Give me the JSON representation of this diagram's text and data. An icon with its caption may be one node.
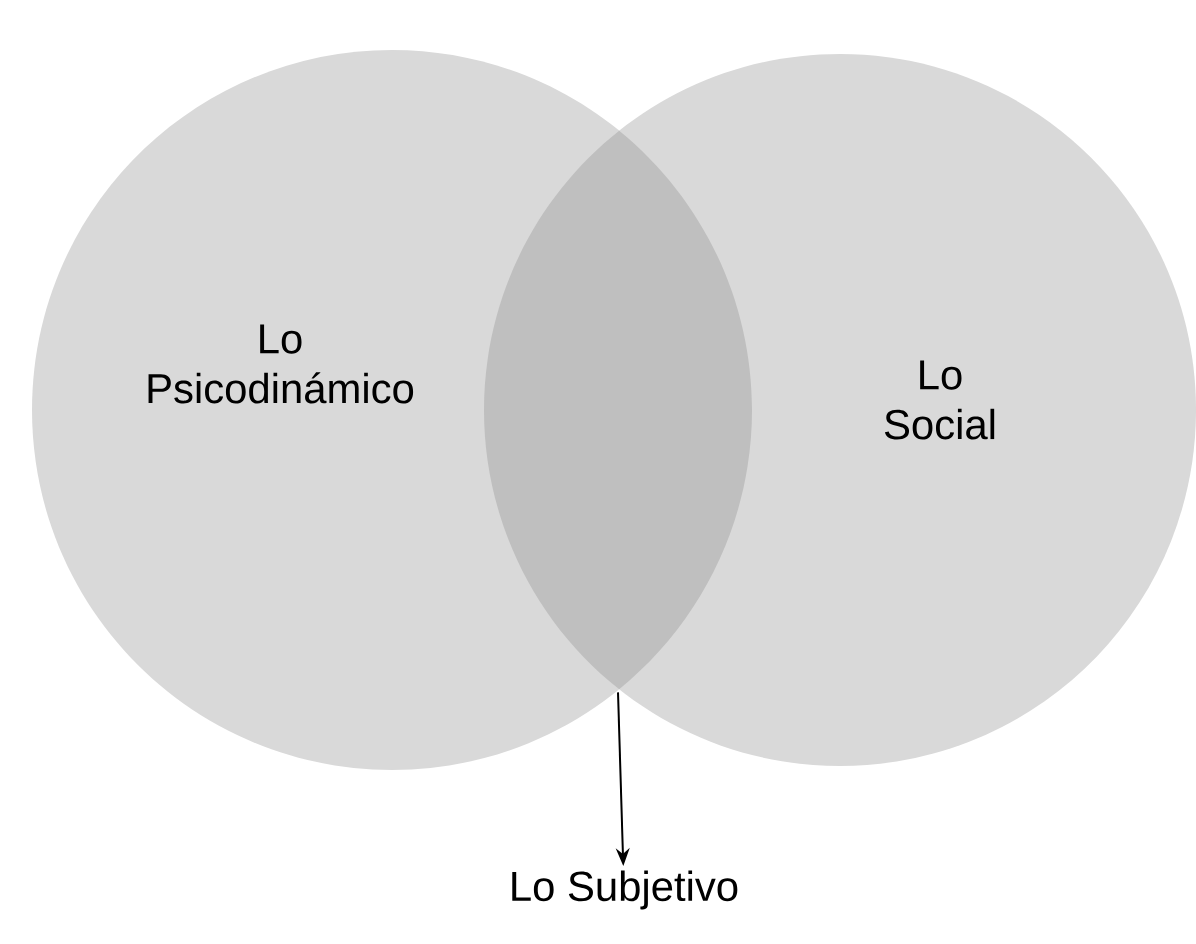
{
  "diagram": {
    "nodes": [
      {
        "text": [
          "Lo Psicodinámico"
        ]
      },
      {
        "text": [
          "Lo Social"
        ]
      },
      {
        "text": [
          "Lo Subjetivo"
        ]
      },
      {
        "text": [],
        "shape": "lens"
      }
    ],
    "edges": [
      {
        "from": 3,
        "to": 2,
        "arrow": "to"
      }
    ]
  }
}
